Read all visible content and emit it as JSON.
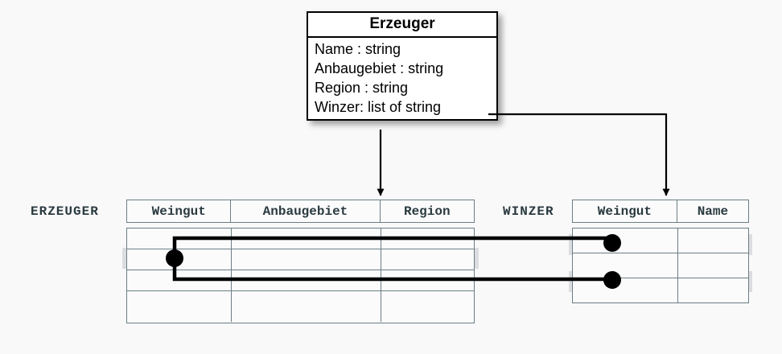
{
  "diagram": {
    "background_color": "#f9f9f9",
    "uml": {
      "title": "Erzeuger",
      "attributes": [
        "Name : string",
        "Anbaugebiet : string",
        "Region : string",
        "Winzer: list of string"
      ]
    },
    "tables": [
      {
        "name": "ERZEUGER",
        "columns": [
          "Weingut",
          "Anbaugebiet",
          "Region"
        ],
        "row_count": 4,
        "shaded_rows": [
          2
        ]
      },
      {
        "name": "WINZER",
        "columns": [
          "Weingut",
          "Name"
        ],
        "row_count": 3,
        "shaded_rows": [
          1,
          3
        ]
      }
    ],
    "colors": {
      "border": "#6b7e85",
      "label_text": "#2a3a40",
      "row_shade": "#dcdde1",
      "connector": "#000000",
      "box_fill": "#ffffff"
    },
    "connectors": {
      "class_to_erzeuger": "Erzeuger class maps to ERZEUGER table",
      "winzer_attribute_to_winzer_table": "Winzer list attribute maps to WINZER table",
      "join_description": "ERZEUGER.Weingut row joins to two WINZER.Weingut rows"
    }
  }
}
